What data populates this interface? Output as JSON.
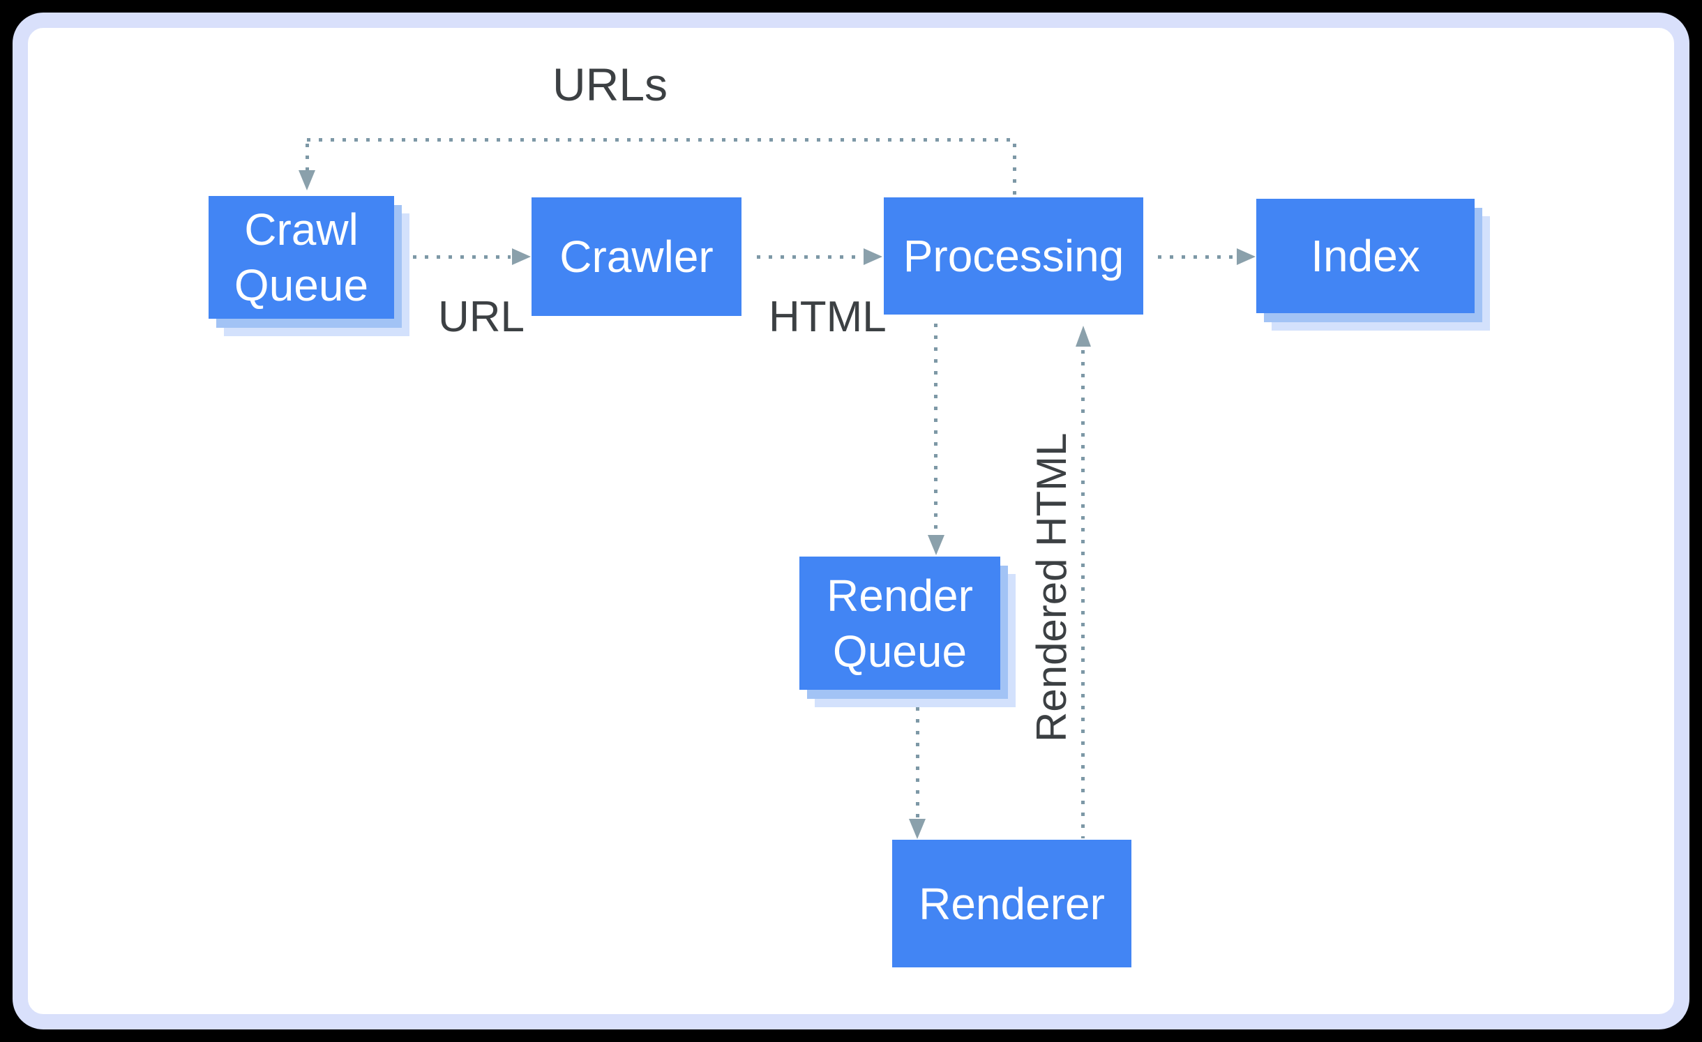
{
  "diagram": {
    "subject": "crawl-render-index pipeline",
    "nodes": [
      {
        "id": "crawl-queue",
        "label": "Crawl\nQueue"
      },
      {
        "id": "crawler",
        "label": "Crawler"
      },
      {
        "id": "processing",
        "label": "Processing"
      },
      {
        "id": "index",
        "label": "Index"
      },
      {
        "id": "render-queue",
        "label": "Render\nQueue"
      },
      {
        "id": "renderer",
        "label": "Renderer"
      }
    ],
    "edge_labels": {
      "urls": "URLs",
      "url": "URL",
      "html": "HTML",
      "rendered_html": "Rendered HTML"
    },
    "edges": [
      {
        "from": "processing",
        "to": "crawl-queue",
        "label": "URLs",
        "style": "dotted"
      },
      {
        "from": "crawl-queue",
        "to": "crawler",
        "label": "URL",
        "style": "dotted"
      },
      {
        "from": "crawler",
        "to": "processing",
        "label": "HTML",
        "style": "dotted"
      },
      {
        "from": "processing",
        "to": "index",
        "label": "",
        "style": "dotted"
      },
      {
        "from": "processing",
        "to": "render-queue",
        "label": "",
        "style": "dotted"
      },
      {
        "from": "render-queue",
        "to": "renderer",
        "label": "",
        "style": "dotted"
      },
      {
        "from": "renderer",
        "to": "processing",
        "label": "Rendered HTML",
        "style": "dotted"
      }
    ],
    "colors": {
      "node_fill": "#4285f4",
      "node_text": "#ffffff",
      "node_shadow_mid": "#a2c3f5",
      "node_shadow_light": "#d3e1fc",
      "dotted_line": "#7d98a6",
      "arrowhead": "#8aa0ab",
      "label_text": "#3c4043",
      "card_background": "#ffffff",
      "card_border": "#d9e0fb",
      "page_background": "#000000"
    }
  }
}
